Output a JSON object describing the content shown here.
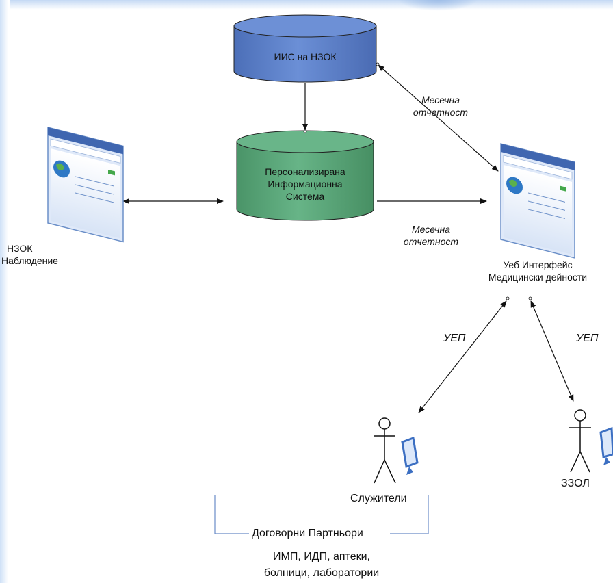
{
  "nodes": {
    "iis": {
      "label": "ИИС на НЗОК",
      "color": "#5b7fc7"
    },
    "pis": {
      "label_lines": [
        "Персонализирана",
        "Информационна",
        "Система"
      ],
      "color": "#5aa67a"
    },
    "nzok": {
      "label_lines": [
        "НЗОК",
        "Наблюдение"
      ]
    },
    "web": {
      "label_lines": [
        "Уеб Интерфейс",
        "Медицински дейности"
      ]
    },
    "employees": {
      "label": "Служители"
    },
    "zzol": {
      "label": "ЗЗОЛ"
    }
  },
  "edges": {
    "monthly_top": [
      "Месечна",
      "отчетност"
    ],
    "monthly_mid": [
      "Месечна",
      "отчетност"
    ],
    "uep_left": "УЕП",
    "uep_right": "УЕП"
  },
  "group": {
    "title": "Договорни Партньори",
    "desc_lines": [
      "ИМП, ИДП, аптеки,",
      "болници, лаборатории"
    ]
  }
}
